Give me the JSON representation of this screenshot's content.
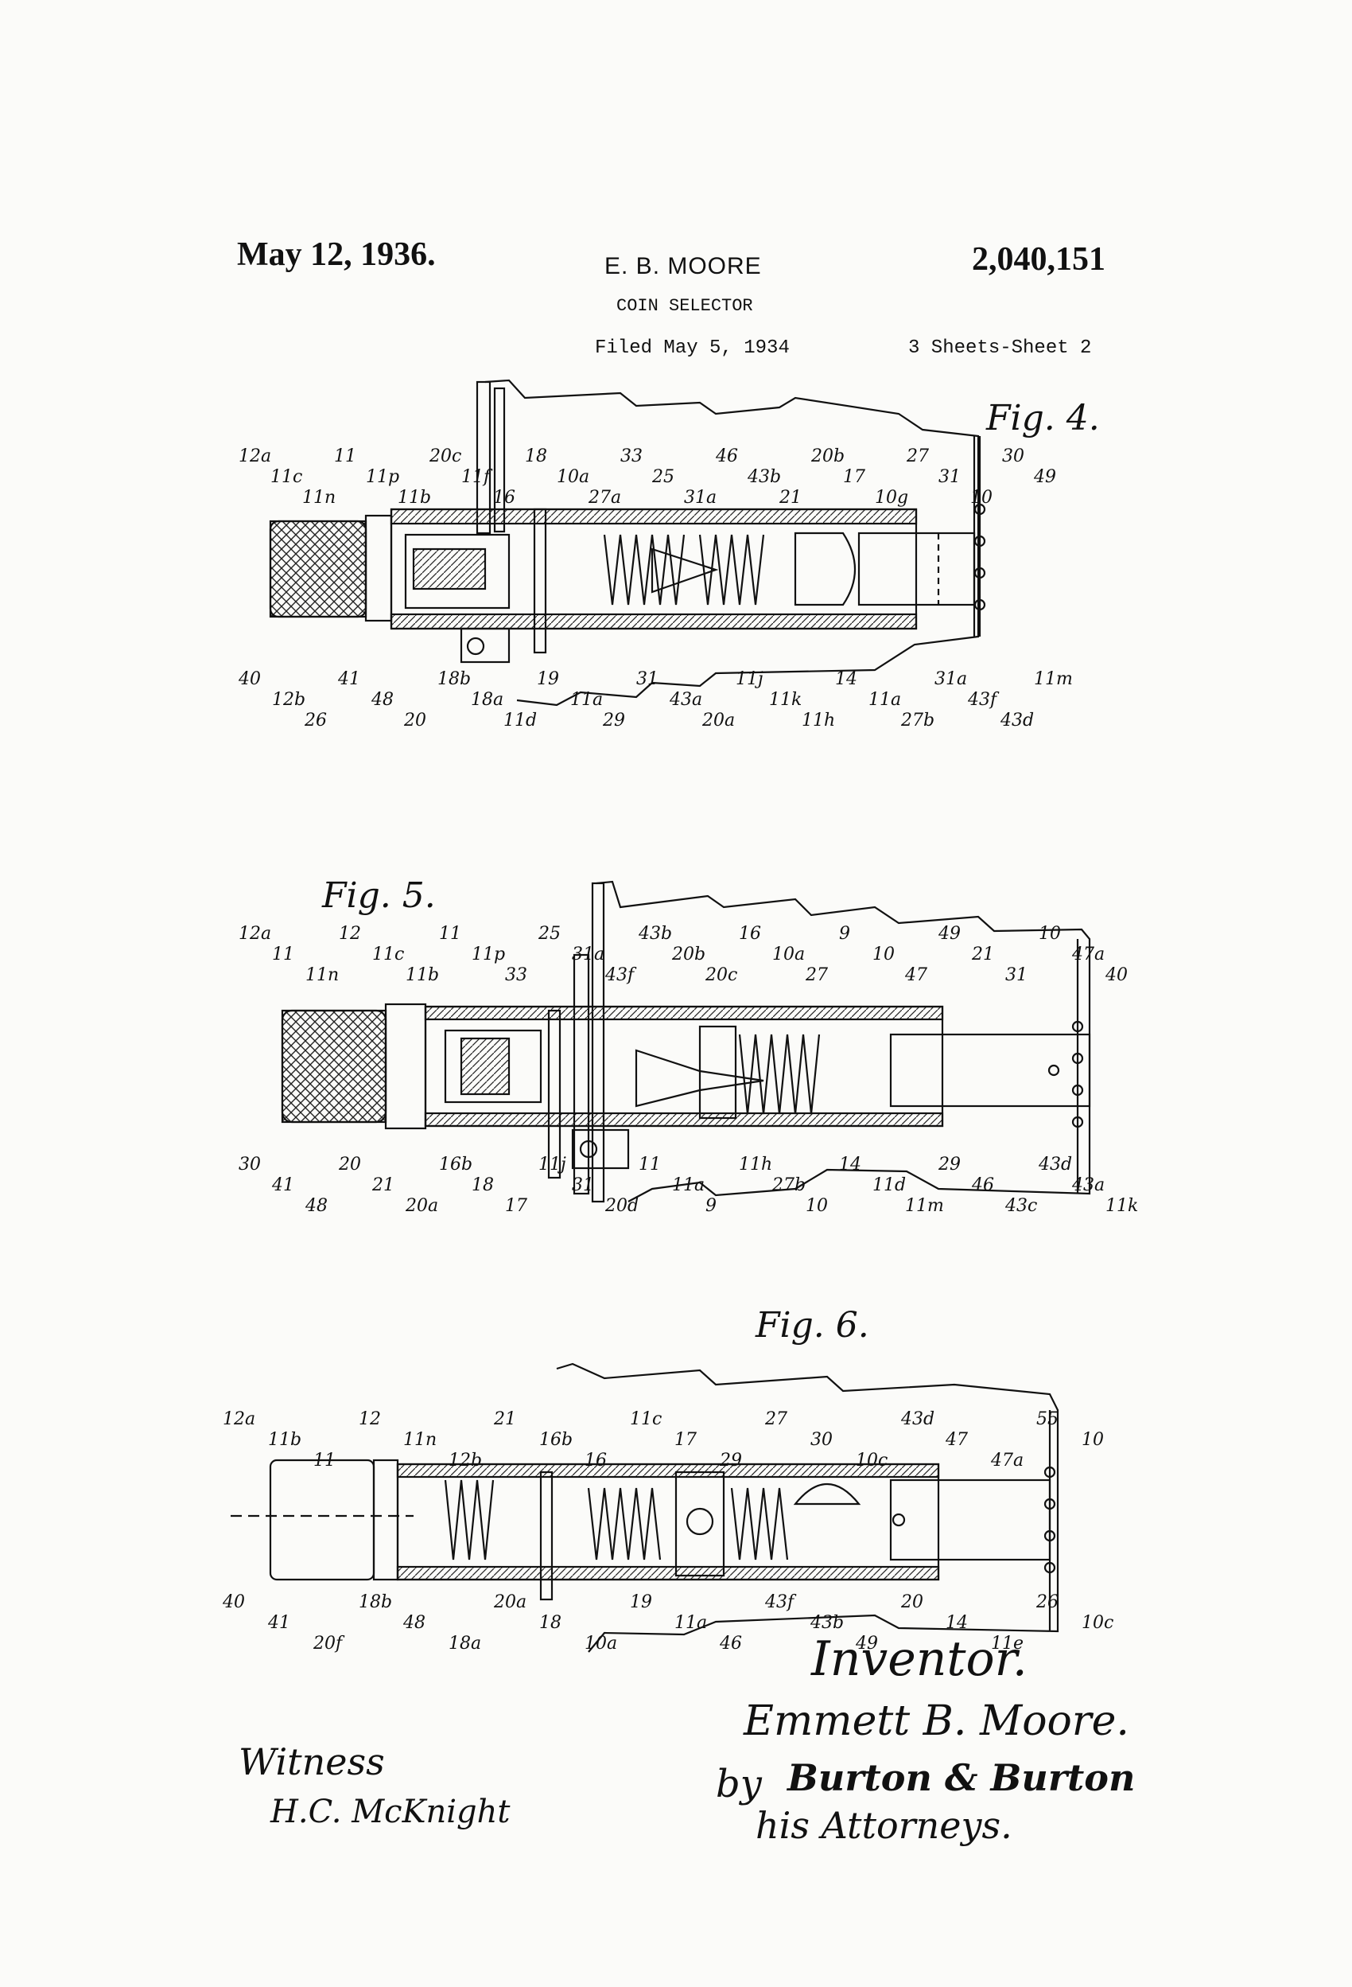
{
  "header": {
    "date": "May 12, 1936.",
    "inventor": "E. B. MOORE",
    "patent_number": "2,040,151",
    "title": "COIN SELECTOR",
    "filed": "Filed May 5, 1934",
    "sheets": "3 Sheets-Sheet 2"
  },
  "figures": [
    {
      "label": "Fig. 4."
    },
    {
      "label": "Fig. 5."
    },
    {
      "label": "Fig. 6."
    }
  ],
  "reference_numerals": {
    "fig4": [
      "12a",
      "11c",
      "11n",
      "11",
      "11p",
      "11b",
      "20c",
      "11f",
      "16",
      "18",
      "10a",
      "27a",
      "33",
      "25",
      "31a",
      "46",
      "43b",
      "21",
      "20b",
      "17",
      "10g",
      "27",
      "31",
      "10",
      "30",
      "49",
      "40",
      "12b",
      "26",
      "41",
      "48",
      "20",
      "18b",
      "18a",
      "11d",
      "19",
      "11a",
      "29",
      "31",
      "43a",
      "20a",
      "11j",
      "11k",
      "11h",
      "14",
      "11a",
      "27b",
      "31a",
      "43f",
      "43d",
      "11m"
    ],
    "fig5": [
      "12a",
      "11",
      "11n",
      "12",
      "11c",
      "11b",
      "11",
      "11p",
      "33",
      "25",
      "31a",
      "43f",
      "43b",
      "20b",
      "20c",
      "16",
      "10a",
      "27",
      "9",
      "10",
      "47",
      "49",
      "21",
      "31",
      "10",
      "47a",
      "40",
      "30",
      "41",
      "48",
      "20",
      "21",
      "20a",
      "16b",
      "18",
      "17",
      "11j",
      "31",
      "20d",
      "11",
      "11a",
      "9",
      "11h",
      "27b",
      "10",
      "14",
      "11d",
      "11m",
      "29",
      "46",
      "43c",
      "43d",
      "43a",
      "11k"
    ],
    "fig6": [
      "12a",
      "11b",
      "11",
      "12",
      "11n",
      "12b",
      "21",
      "16b",
      "16",
      "11c",
      "17",
      "29",
      "27",
      "30",
      "10c",
      "43d",
      "47",
      "47a",
      "55",
      "10",
      "40",
      "41",
      "20f",
      "18b",
      "48",
      "18a",
      "20a",
      "18",
      "10a",
      "19",
      "11a",
      "46",
      "43f",
      "43b",
      "49",
      "20",
      "14",
      "11e",
      "26",
      "10c"
    ]
  },
  "signatures": {
    "inventor_label": "Inventor.",
    "inventor_name": "Emmett B. Moore.",
    "by": "by",
    "attorneys": "Burton & Burton",
    "attorneys_role": "his Attorneys.",
    "witness_label": "Witness",
    "witness_name": "H.C. McKnight"
  }
}
